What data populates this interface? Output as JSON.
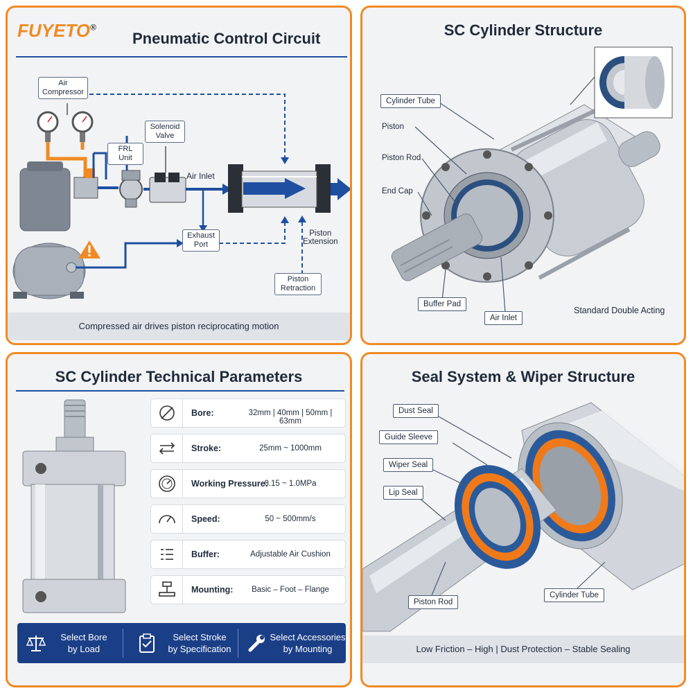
{
  "brand": {
    "name": "FUYETO",
    "reg": "®"
  },
  "panel1": {
    "title": "Pneumatic Control Circuit",
    "labels": {
      "air_compressor": "Air\nCompressor",
      "frl_unit": "FRL Unit",
      "solenoid_valve": "Solenoid\nValve",
      "air_inlet": "Air Inlet",
      "exhaust_port": "Exhaust\nPort",
      "piston_extension": "Piston\nExtension",
      "piston_retraction": "Piston\nRetraction"
    },
    "caption": "Compressed air drives piston reciprocating motion",
    "icons": [
      "warning-icon"
    ]
  },
  "panel2": {
    "title": "SC Cylinder Structure",
    "callouts": {
      "cylinder_tube": "Cylinder Tube",
      "piston": "Piston",
      "piston_rod": "Piston Rod",
      "end_cap": "End Cap",
      "buffer_pad": "Buffer Pad",
      "air_inlet": "Air Inlet"
    },
    "note": "Standard Double Acting"
  },
  "panel3": {
    "title": "SC Cylinder Technical Parameters",
    "params": [
      {
        "icon": "bore-diameter-icon",
        "key": "Bore:",
        "value": "32mm | 40mm | 50mm | 63mm"
      },
      {
        "icon": "stroke-arrows-icon",
        "key": "Stroke:",
        "value": "25mm ~ 1000mm"
      },
      {
        "icon": "pressure-gauge-icon",
        "key": "Working Pressure:",
        "value": "0.15 ~ 1.0MPa"
      },
      {
        "icon": "speedometer-icon",
        "key": "Speed:",
        "value": "50 ~ 500mm/s"
      },
      {
        "icon": "buffer-list-icon",
        "key": "Buffer:",
        "value": "Adjustable Air Cushion"
      },
      {
        "icon": "mounting-icon",
        "key": "Mounting:",
        "value": "Basic – Foot – Flange"
      }
    ],
    "buttons": [
      {
        "icon": "scale-icon",
        "label": "Select Bore\nby Load"
      },
      {
        "icon": "clipboard-check-icon",
        "label": "Select Stroke\nby Specification"
      },
      {
        "icon": "wrench-icon",
        "label": "Select Accessories\nby Mounting"
      }
    ]
  },
  "panel4": {
    "title": "Seal System & Wiper Structure",
    "callouts": {
      "dust_seal": "Dust Seal",
      "guide_sleeve": "Guide Sleeve",
      "wiper_seal": "Wiper Seal",
      "lip_seal": "Lip Seal",
      "piston_rod": "Piston Rod",
      "cylinder_tube": "Cylinder Tube"
    },
    "caption": "Low Friction – High | Dust Protection – Stable Sealing"
  },
  "colors": {
    "accent": "#f08a24",
    "navy": "#1e4fa0",
    "seal_blue": "#2b5a9a",
    "seal_orange": "#f07a1a"
  }
}
